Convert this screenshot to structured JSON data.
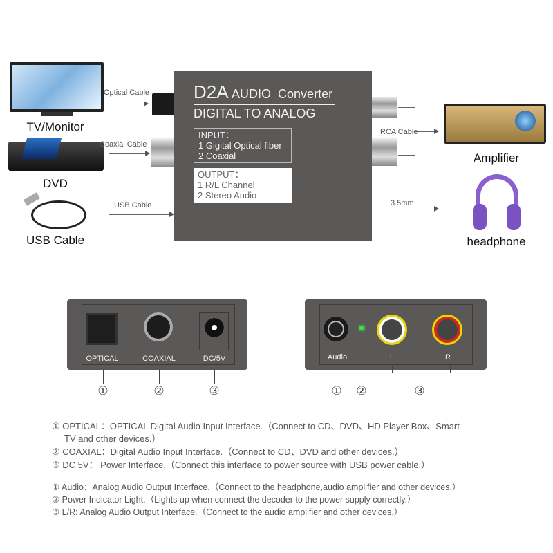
{
  "devices": {
    "tv": "TV/Monitor",
    "dvd": "DVD",
    "usb": "USB Cable",
    "amp": "Amplifier",
    "headphone": "headphone"
  },
  "cables": {
    "optical": "Optical Cable",
    "coaxial": "Coaxial Cable",
    "usb": "USB Cable",
    "rca": "RCA Cable",
    "jack": "3.5mm"
  },
  "converter": {
    "brand": "D2A",
    "title": "AUDIO  Converter",
    "subtitle": "DIGITAL TO ANALOG",
    "input": [
      "INPUT：",
      "1 Gigital Optical fiber",
      "2 Coaxial"
    ],
    "output": [
      "OUTPUT：",
      "1 R/L Channel",
      "2 Stereo Audio"
    ]
  },
  "input_panel": {
    "ports": [
      "OPTICAL",
      "COAXIAL",
      "DC/5V"
    ],
    "nums": [
      "①",
      "②",
      "③"
    ]
  },
  "output_panel": {
    "ports": [
      "Audio",
      "L",
      "R"
    ],
    "nums": [
      "①",
      "②",
      "③"
    ]
  },
  "descriptions": {
    "input": [
      "① OPTICAL：OPTICAL Digital Audio Input Interface.（Connect to CD、DVD、HD Player Box、Smart",
      "TV and other devices.）",
      "② COAXIAL：Digital Audio Input Interface.（Connect to CD、DVD and other devices.）",
      "③ DC 5V： Power Interface.（Connect this interface to power source with USB power cable.）"
    ],
    "output": [
      "① Audio：Analog Audio Output Interface.（Connect to the headphone,audio amplifier and other devices.）",
      "② Power Indicator Light.（Lights up when connect the decoder to the power supply correctly.）",
      "③ L/R: Analog Audio Output Interface.（Connect to the audio amplifier and other devices.）"
    ]
  },
  "colors": {
    "body": "#5b5957",
    "led": "#3fdc4a",
    "yellow": "#e8d800",
    "red": "#d8261c"
  }
}
